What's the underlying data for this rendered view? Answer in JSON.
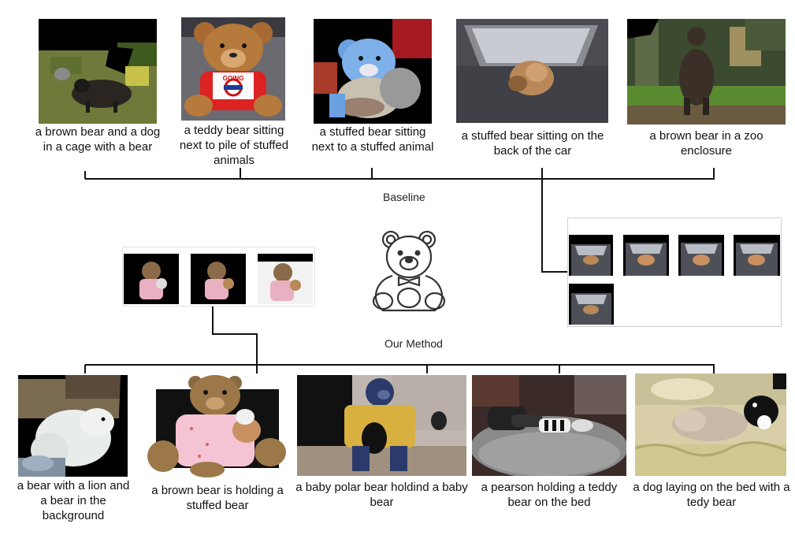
{
  "labels": {
    "baseline": "Baseline",
    "our_method": "Our Method"
  },
  "baseline_captions": [
    "a brown bear and a dog in a cage with a bear",
    "a teddy bear sitting next to pile of stuffed animals",
    "a stuffed bear sitting next to a stuffed animal",
    "a stuffed bear sitting on the back of the car",
    "a brown bear in a zoo enclosure"
  ],
  "method_captions": [
    "a bear with a lion and a bear in the background",
    "a brown bear is holding a stuffed bear",
    "a baby polar bear holdind a baby bear",
    "a pearson holding a teddy bear on the bed",
    "a dog laying on the bed with a tedy bear"
  ],
  "shirt_text": "GOING",
  "colors": {
    "line": "#111111",
    "frame": "#d0d0d0"
  }
}
